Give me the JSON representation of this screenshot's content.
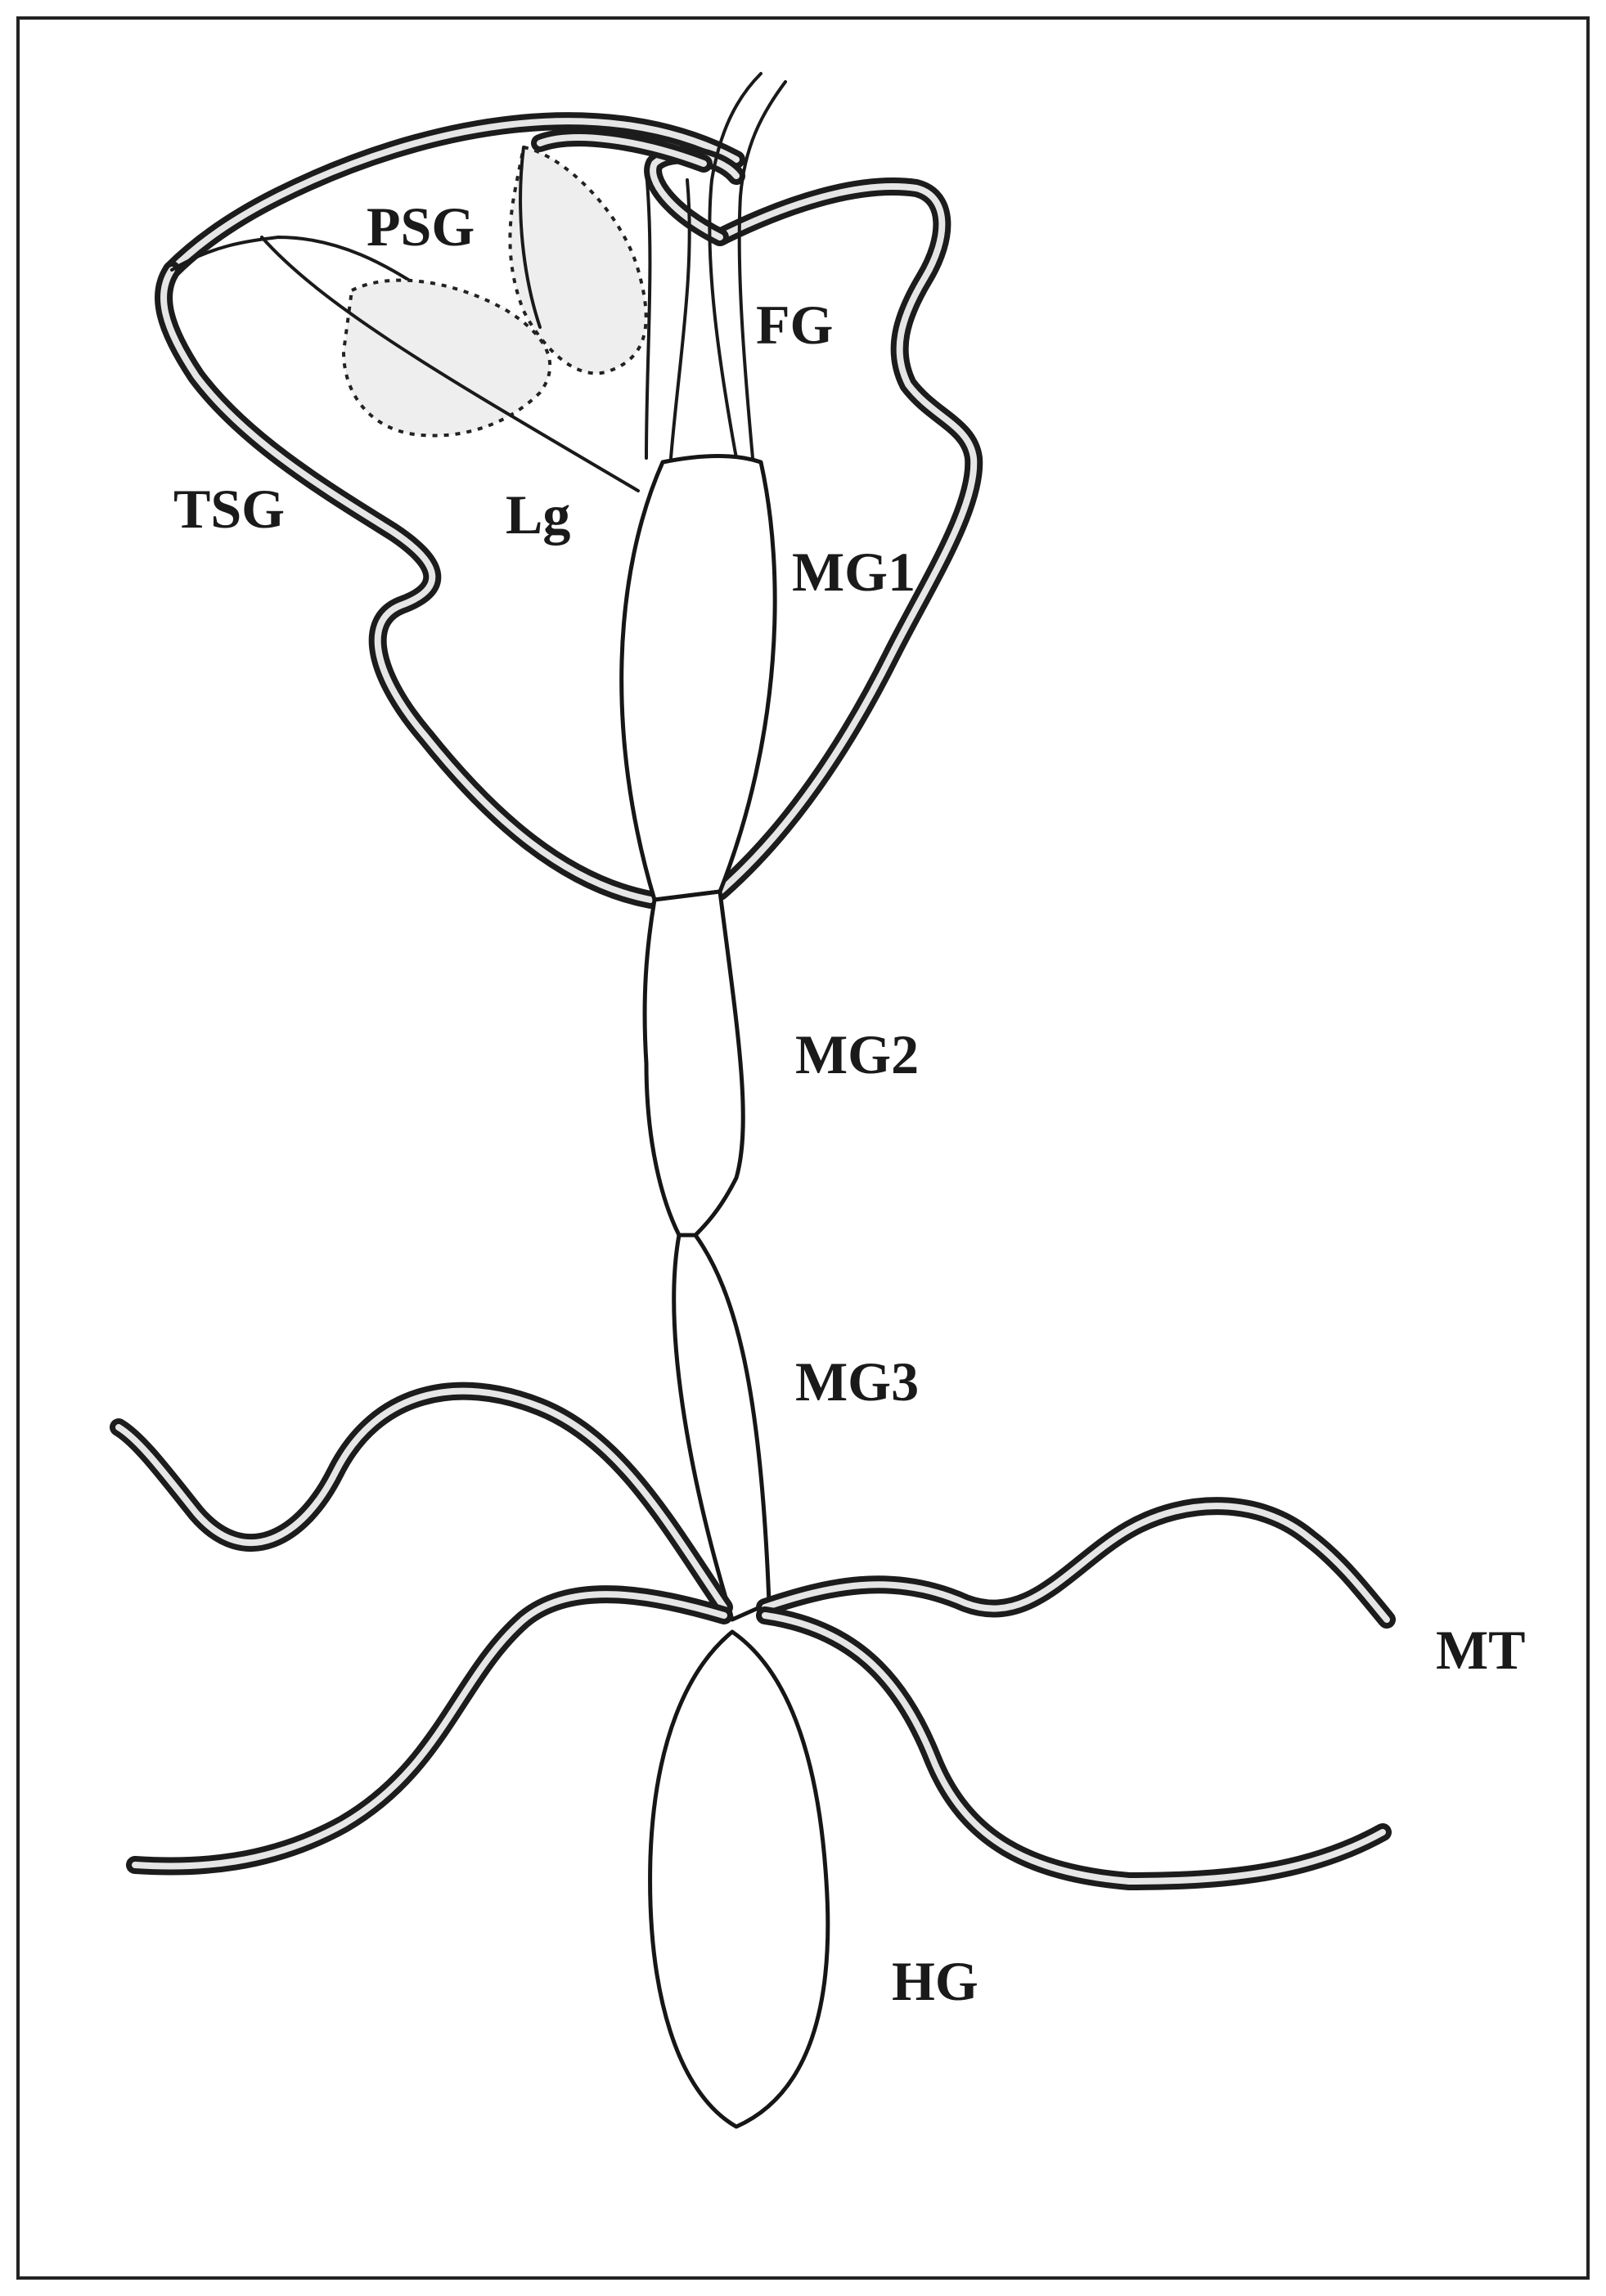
{
  "labels": {
    "psg": "PSG",
    "fg": "FG",
    "tsg": "TSG",
    "lg": "Lg",
    "mg1": "MG1",
    "mg2": "MG2",
    "mg3": "MG3",
    "mt": "MT",
    "hg": "HG"
  },
  "colors": {
    "line": "#1a1a1a",
    "tube_highlight": "#e6e6e6",
    "gland_fill": "#eeeeee",
    "background": "#ffffff"
  }
}
